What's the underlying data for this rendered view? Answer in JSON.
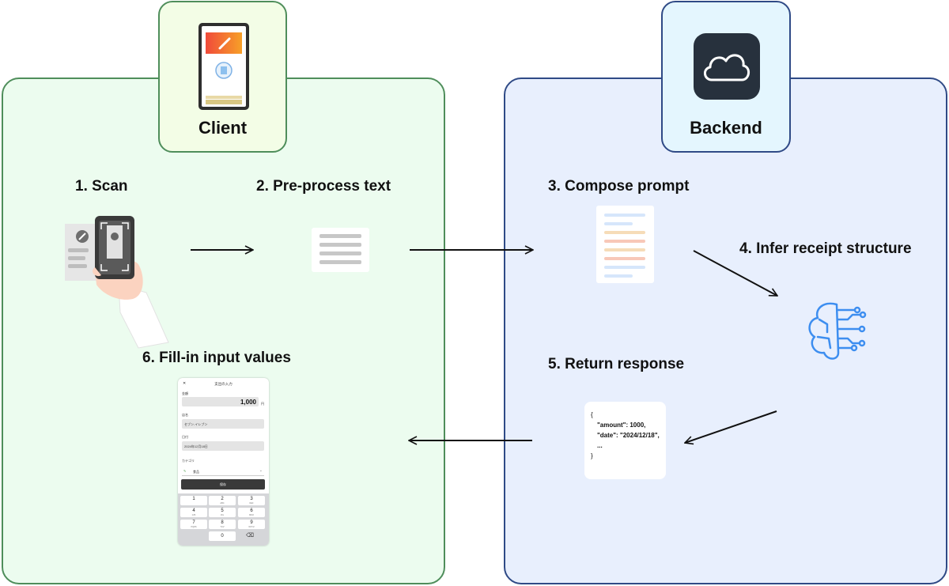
{
  "client": {
    "title": "Client"
  },
  "backend": {
    "title": "Backend"
  },
  "steps": {
    "scan": "1. Scan",
    "preprocess": "2. Pre-process text",
    "compose": "3. Compose prompt",
    "infer": "4. Infer receipt structure",
    "return": "5. Return response",
    "fill": "6. Fill-in input values"
  },
  "response_json": {
    "open": "{",
    "line1": "\"amount\": 1000,",
    "line2": "\"date\": \"2024/12/18\",",
    "line3": "...",
    "close": "}"
  },
  "form": {
    "close": "✕",
    "title": "支出の入力",
    "amount_label": "金額",
    "amount": "1,000",
    "currency": "円",
    "store_label": "店名",
    "store": "セブン-イレブン",
    "date_label": "日付",
    "date": "2024年12月18日",
    "category_label": "カテゴリ",
    "category": "食品",
    "save": "保存",
    "keys": [
      {
        "num": "1",
        "sub": ""
      },
      {
        "num": "2",
        "sub": "ABC"
      },
      {
        "num": "3",
        "sub": "DEF"
      },
      {
        "num": "4",
        "sub": "GHI"
      },
      {
        "num": "5",
        "sub": "JKL"
      },
      {
        "num": "6",
        "sub": "MNO"
      },
      {
        "num": "7",
        "sub": "PQRS"
      },
      {
        "num": "8",
        "sub": "TUV"
      },
      {
        "num": "9",
        "sub": "WXYZ"
      },
      {
        "num": "0",
        "sub": ""
      }
    ]
  },
  "colors": {
    "client_panel": "#ecfcef",
    "client_border": "#4f8e5b",
    "backend_panel": "#e8effd",
    "backend_border": "#2f4a86",
    "ai_icon": "#3d8ef0",
    "cloud_tile": "#27313d"
  },
  "icons": [
    "phone-app-icon",
    "cloud-icon",
    "scan-hand-icon",
    "text-document-icon",
    "prompt-document-icon",
    "ai-brain-icon",
    "backspace-icon"
  ]
}
